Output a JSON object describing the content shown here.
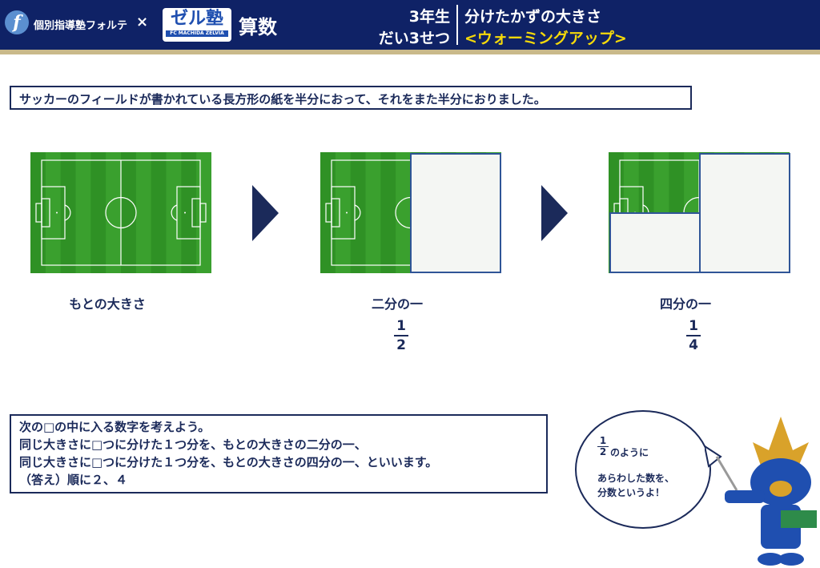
{
  "header": {
    "brand": "個別指導塾フォルテ",
    "cross": "×",
    "logo_text": "ゼル塾",
    "logo_sub": "FC MACHIDA ZELVIA",
    "subject": "算数",
    "grade": "3年生",
    "unit": "だい3せつ",
    "title": "分けたかずの大きさ",
    "subtitle": "<ウォーミングアップ>"
  },
  "question": "サッカーのフィールドが書かれている長方形の紙を半分におって、それをまた半分におりました。",
  "fields": [
    {
      "caption": "もとの大きさ"
    },
    {
      "caption": "二分の一",
      "numerator": "1",
      "denominator": "2"
    },
    {
      "caption": "四分の一",
      "numerator": "1",
      "denominator": "4"
    }
  ],
  "answer": {
    "lines": [
      "次の□の中に入る数字を考えよう。",
      "同じ大きさに□つに分けた１つ分を、もとの大きさの二分の一、",
      "同じ大きさに□つに分けた１つ分を、もとの大きさの四分の一、といいます。",
      "（答え）順に２、４"
    ]
  },
  "bubble": {
    "num": "1",
    "den": "2",
    "line1": "のように",
    "line2": "あらわした数を、",
    "line3": "分数というよ！"
  },
  "colors": {
    "navy": "#0f2266",
    "field": "#3a9a2a",
    "accent": "#f5d90a"
  }
}
